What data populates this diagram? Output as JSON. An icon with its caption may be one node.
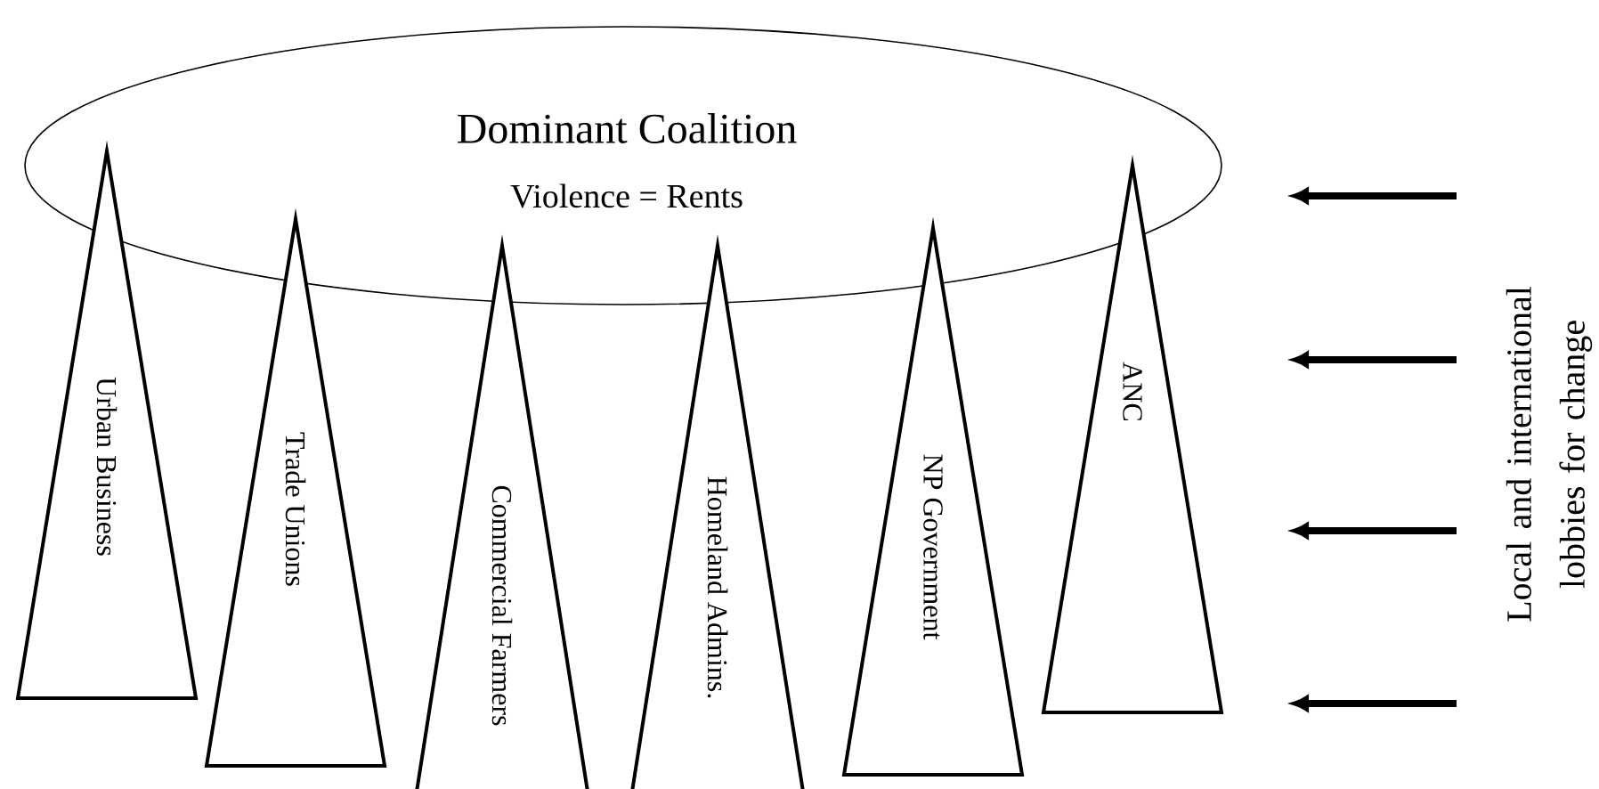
{
  "diagram": {
    "nodes": [
      {
        "text": [
          "Dominant Coalition",
          "Violence = Rents"
        ]
      },
      {
        "text": [
          "Urban Business"
        ]
      },
      {
        "text": [
          "Trade Unions"
        ]
      },
      {
        "text": [
          "Commercial Farmers"
        ]
      },
      {
        "text": [
          "Homeland Admins."
        ]
      },
      {
        "text": [
          "NP Government"
        ]
      },
      {
        "text": [
          "ANC"
        ]
      },
      {
        "text": [
          "Local and international lobbies for change"
        ]
      }
    ]
  }
}
